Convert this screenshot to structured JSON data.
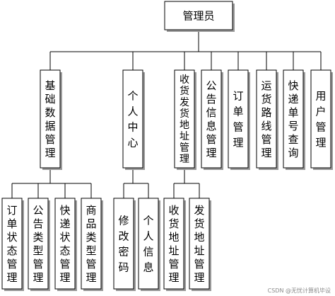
{
  "root": {
    "label": "管理员"
  },
  "level1": [
    {
      "id": "basic",
      "label": "基础数据管理"
    },
    {
      "id": "profile",
      "label": "个人中心"
    },
    {
      "id": "address",
      "label": "收货发货地址管理"
    },
    {
      "id": "notice",
      "label": "公告信息管理"
    },
    {
      "id": "order",
      "label": "订单管理"
    },
    {
      "id": "route",
      "label": "运货路线管理"
    },
    {
      "id": "express",
      "label": "快递单号查询"
    },
    {
      "id": "user",
      "label": "用户管理"
    }
  ],
  "level2": [
    {
      "parent": "basic",
      "label": "订单状态管理"
    },
    {
      "parent": "basic",
      "label": "公告类型管理"
    },
    {
      "parent": "basic",
      "label": "快递状态管理"
    },
    {
      "parent": "basic",
      "label": "商品类型管理"
    },
    {
      "parent": "profile",
      "label": "修改密码"
    },
    {
      "parent": "profile",
      "label": "个人信息"
    },
    {
      "parent": "address",
      "label": "收货地址管理"
    },
    {
      "parent": "address",
      "label": "发货地址管理"
    }
  ],
  "watermark": "CSDN @无忧计算机毕设"
}
